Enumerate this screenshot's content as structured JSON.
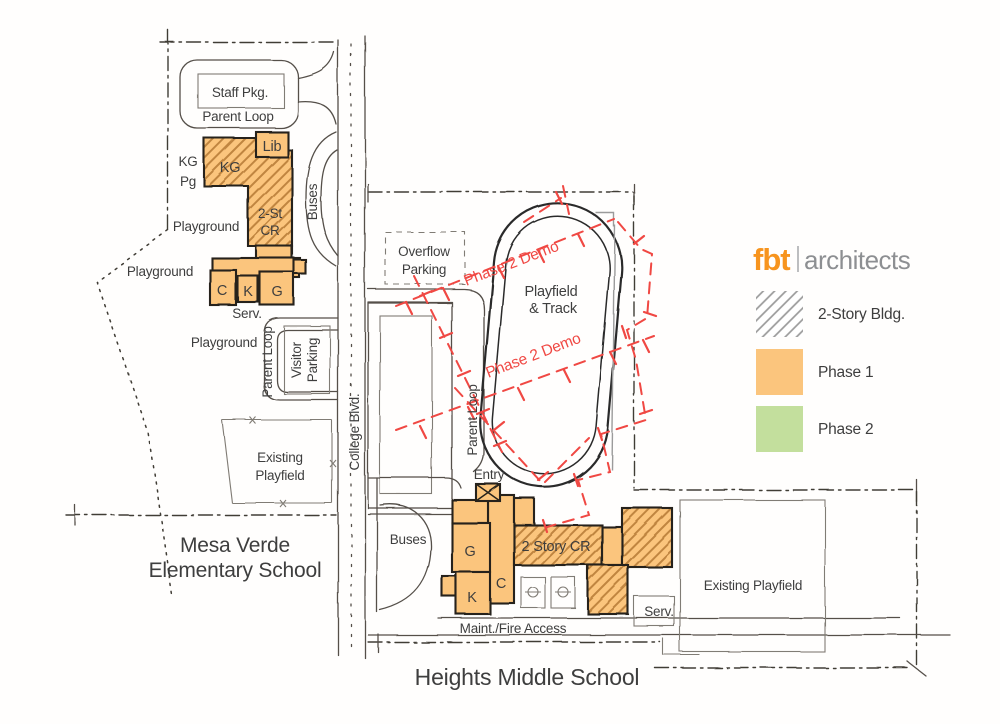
{
  "colors": {
    "phase1": "#FBC57D",
    "phase2": "#C3DF9D",
    "demo_red": "#F04843",
    "brand_orange": "#F7941E",
    "brand_gray": "#8D8F92",
    "ink": "#3E3E3E",
    "hatch_line": "#C08540",
    "legend_hatch": "#9A9A9A"
  },
  "legend": {
    "brand": "fbt",
    "brand_suffix": "architects",
    "items": [
      {
        "key": "two_story",
        "label": "2-Story Bldg."
      },
      {
        "key": "phase1",
        "label": "Phase 1"
      },
      {
        "key": "phase2",
        "label": "Phase 2"
      }
    ]
  },
  "streets": {
    "college_blvd": "College Blvd."
  },
  "mesa_verde": {
    "title_line1": "Mesa Verde",
    "title_line2": "Elementary School",
    "labels": {
      "staff_pkg": "Staff Pkg.",
      "parent_loop_top": "Parent Loop",
      "kg_pg1": "KG",
      "kg_pg2": "Pg",
      "kg": "KG",
      "lib": "Lib",
      "cr1": "2-St",
      "cr2": "CR",
      "buses": "Buses",
      "playground_a": "Playground",
      "playground_b": "Playground",
      "playground_c": "Playground",
      "c": "C",
      "k": "K",
      "g": "G",
      "serv": "Serv.",
      "parent_loop_side": "Parent Loop",
      "visitor1": "Visitor",
      "visitor2": "Parking",
      "existing1": "Existing",
      "existing2": "Playfield"
    }
  },
  "heights": {
    "title": "Heights Middle School",
    "labels": {
      "overflow1": "Overflow",
      "overflow2": "Parking",
      "demo_a": "Phase 2 Demo",
      "demo_b": "Phase 2 Demo",
      "playfield1": "Playfield",
      "playfield2": "& Track",
      "parent_loop": "Parent Loop",
      "entry": "Entry",
      "buses": "Buses",
      "g": "G",
      "c": "C",
      "k": "K",
      "story_cr": "2 Story CR",
      "serv": "Serv.",
      "maint": "Maint./Fire Access",
      "existing_playfield": "Existing Playfield"
    }
  }
}
